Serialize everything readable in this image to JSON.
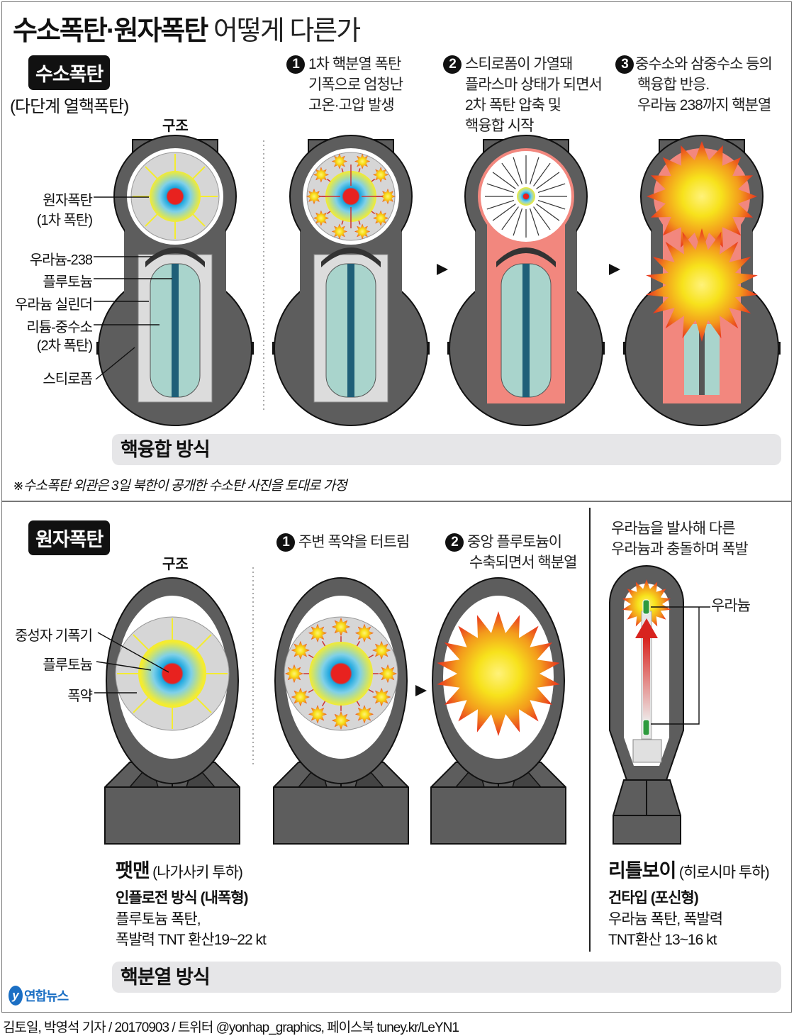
{
  "title": {
    "bold": "수소폭탄·원자폭탄",
    "light": "어떻게 다른가"
  },
  "hbomb": {
    "badge": "수소폭탄",
    "subtitle": "(다단계 열핵폭탄)",
    "structure_label": "구조",
    "labels": [
      "원자폭탄",
      "(1차 폭탄)",
      "우라늄-238",
      "플루토늄",
      "우라늄 실린더",
      "리튬-중수소",
      "(2차 폭탄)",
      "스티로폼"
    ],
    "steps": [
      {
        "num": "1",
        "lines": [
          "1차 핵분열 폭탄",
          "기폭으로 엄청난",
          "고온·고압 발생"
        ]
      },
      {
        "num": "2",
        "lines": [
          "스티로폼이 가열돼",
          "플라스마 상태가 되면서",
          "2차 폭탄 압축 및",
          "핵융합 시작"
        ]
      },
      {
        "num": "3",
        "lines": [
          "중수소와 삼중수소 등의",
          "핵융합 반응.",
          "우라늄 238까지 핵분열"
        ]
      }
    ],
    "method": "핵융합 방식",
    "note": "※수소폭탄 외관은 3일 북한이 공개한 수소탄 사진을 토대로 가정"
  },
  "abomb": {
    "badge": "원자폭탄",
    "structure_label": "구조",
    "labels": [
      "중성자 기폭기",
      "플루토늄",
      "폭약"
    ],
    "steps": [
      {
        "num": "1",
        "lines": [
          "주변 폭약을 터트림"
        ]
      },
      {
        "num": "2",
        "lines": [
          "중앙 플루토늄이",
          "수축되면서 핵분열"
        ]
      }
    ],
    "littleboy_caption": [
      "우라늄을 발사해 다른",
      "우라늄과 충돌하며 폭발"
    ],
    "uranium_label": "우라늄",
    "fatman": {
      "name": "팻맨",
      "place": "(나가사키 투하)",
      "method": "인플로전 방식 (내폭형)",
      "desc": [
        "플루토늄 폭탄,",
        "폭발력 TNT 환산19~22 kt"
      ]
    },
    "littleboy": {
      "name": "리틀보이",
      "place": "(히로시마 투하)",
      "method": "건타입 (포신형)",
      "desc": [
        "우라늄 폭탄, 폭발력",
        "TNT환산 13~16 kt"
      ]
    },
    "method": "핵분열 방식"
  },
  "footer": {
    "logo": "연합뉴스",
    "credit": "김토일, 박영석 기자 / 20170903 / 트위터 @yonhap_graphics, 페이스북 tuney.kr/LeYN1"
  },
  "colors": {
    "casing": "#5d5d5d",
    "pink": "#f2877e",
    "teal": "#a9d4cc",
    "rod": "#1f5f78",
    "bar": "#e6e6e8",
    "red": "#e8221f"
  }
}
